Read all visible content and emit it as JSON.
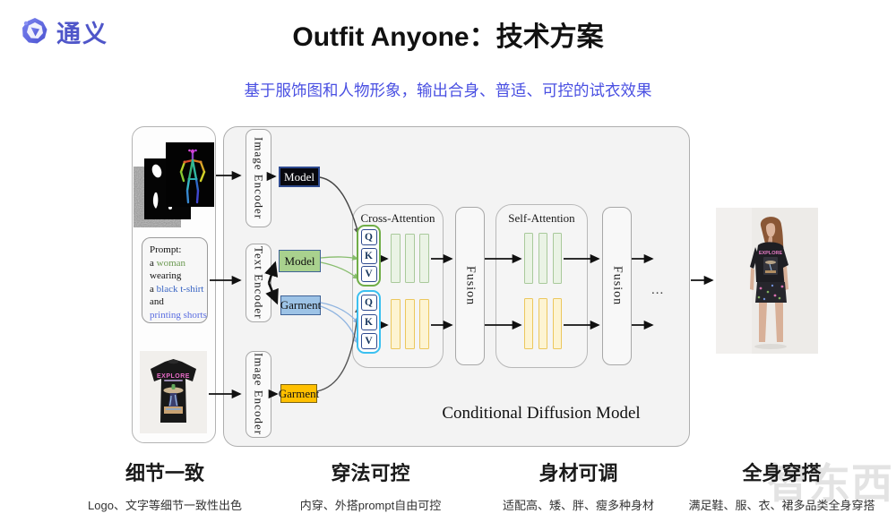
{
  "header": {
    "logo_text": "通义",
    "title": "Outfit Anyone：技术方案",
    "subtitle": "基于服饰图和人物形象，输出合身、普适、可控的试衣效果"
  },
  "diagram": {
    "prompt": {
      "title": "Prompt:",
      "a1": "a ",
      "woman": "woman",
      "wearing": "wearing",
      "a2": "a ",
      "tshirt": "black t-shirt",
      "and": "and",
      "shorts": "printing shorts"
    },
    "tshirt_text": "EXPLORE",
    "encoders": {
      "image_encoder_top": "Image Encoder",
      "text_encoder": "Text Encoder",
      "image_encoder_bottom": "Image Encoder"
    },
    "feature_boxes": {
      "model_pose": "Model",
      "model_text": "Model",
      "garment_text": "Garment",
      "garment_image": "Garment"
    },
    "attention": {
      "cross_label": "Cross-Attention",
      "self_label": "Self-Attention",
      "q": "Q",
      "k": "K",
      "v": "V",
      "fusion": "Fusion",
      "ellipsis": "..."
    },
    "footer_label": "Conditional Diffusion Model"
  },
  "features": [
    {
      "heading": "细节一致",
      "desc": "Logo、文字等细节一致性出色"
    },
    {
      "heading": "穿法可控",
      "desc": "内穿、外搭prompt自由可控"
    },
    {
      "heading": "身材可调",
      "desc": "适配高、矮、胖、瘦多种身材"
    },
    {
      "heading": "全身穿搭",
      "desc": "满足鞋、服、衣、裙多品类全身穿搭"
    }
  ],
  "watermark": "智东西",
  "colors": {
    "accent_blue": "#4a50e2",
    "logo_purple": "#4f56c9",
    "box_green": "#a9d18e",
    "box_blue": "#9dc3e6",
    "box_orange": "#ffc000",
    "group_green_border": "#70ad47",
    "group_blue_border": "#3bc0f0",
    "bar_green": "#eaf3e5",
    "bar_yellow": "#fdf4d2"
  }
}
